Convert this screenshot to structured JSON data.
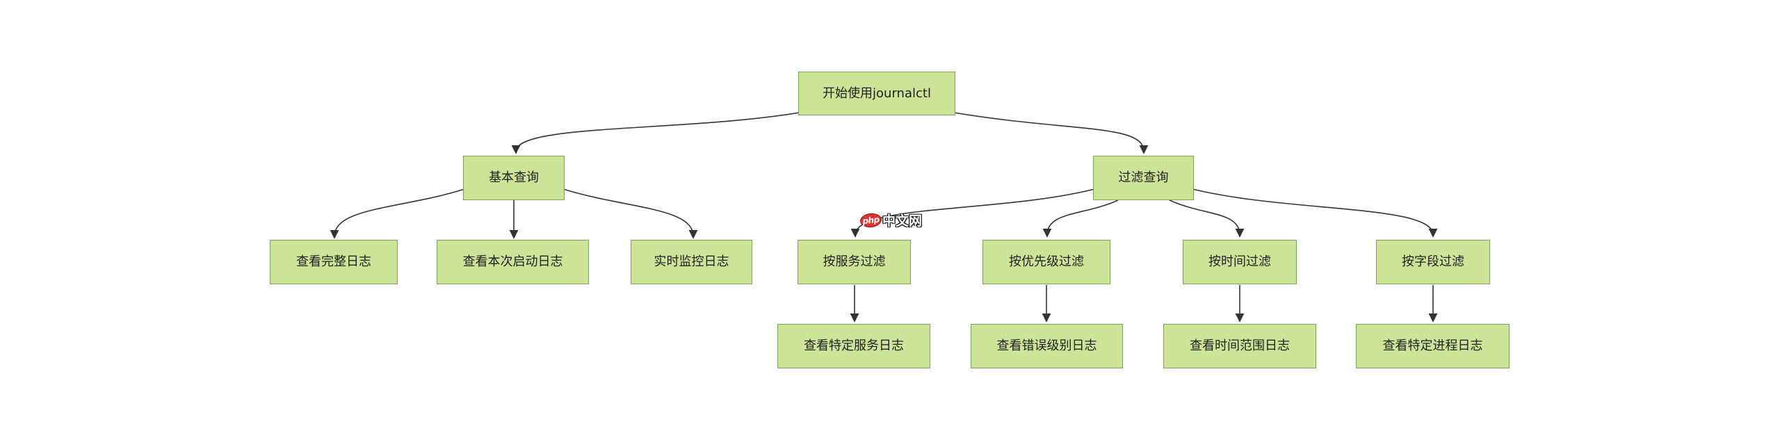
{
  "nodes": {
    "start": {
      "label": "开始使用journalctl"
    },
    "basic_query": {
      "label": "基本查询"
    },
    "filter_query": {
      "label": "过滤查询"
    },
    "view_full_log": {
      "label": "查看完整日志"
    },
    "view_boot_log": {
      "label": "查看本次启动日志"
    },
    "realtime_monitor_log": {
      "label": "实时监控日志"
    },
    "filter_by_service": {
      "label": "按服务过滤"
    },
    "filter_by_priority": {
      "label": "按优先级过滤"
    },
    "filter_by_time": {
      "label": "按时间过滤"
    },
    "filter_by_field": {
      "label": "按字段过滤"
    },
    "view_service_log": {
      "label": "查看特定服务日志"
    },
    "view_error_log": {
      "label": "查看错误级别日志"
    },
    "view_timerange_log": {
      "label": "查看时间范围日志"
    },
    "view_process_log": {
      "label": "查看特定进程日志"
    }
  },
  "edges": [
    {
      "from": "start",
      "to": "basic_query"
    },
    {
      "from": "start",
      "to": "filter_query"
    },
    {
      "from": "basic_query",
      "to": "view_full_log"
    },
    {
      "from": "basic_query",
      "to": "view_boot_log"
    },
    {
      "from": "basic_query",
      "to": "realtime_monitor_log"
    },
    {
      "from": "filter_query",
      "to": "filter_by_service"
    },
    {
      "from": "filter_query",
      "to": "filter_by_priority"
    },
    {
      "from": "filter_query",
      "to": "filter_by_time"
    },
    {
      "from": "filter_query",
      "to": "filter_by_field"
    },
    {
      "from": "filter_by_service",
      "to": "view_service_log"
    },
    {
      "from": "filter_by_priority",
      "to": "view_error_log"
    },
    {
      "from": "filter_by_time",
      "to": "view_timerange_log"
    },
    {
      "from": "filter_by_field",
      "to": "view_process_log"
    }
  ],
  "watermark": {
    "brand": "php",
    "text": "中文网"
  },
  "colors": {
    "node_fill": "#cde498",
    "node_border": "#78a45a",
    "edge": "#333333",
    "text": "#1f1f1f",
    "watermark_red": "#e0312d",
    "canvas_bg": "#ffffff"
  }
}
